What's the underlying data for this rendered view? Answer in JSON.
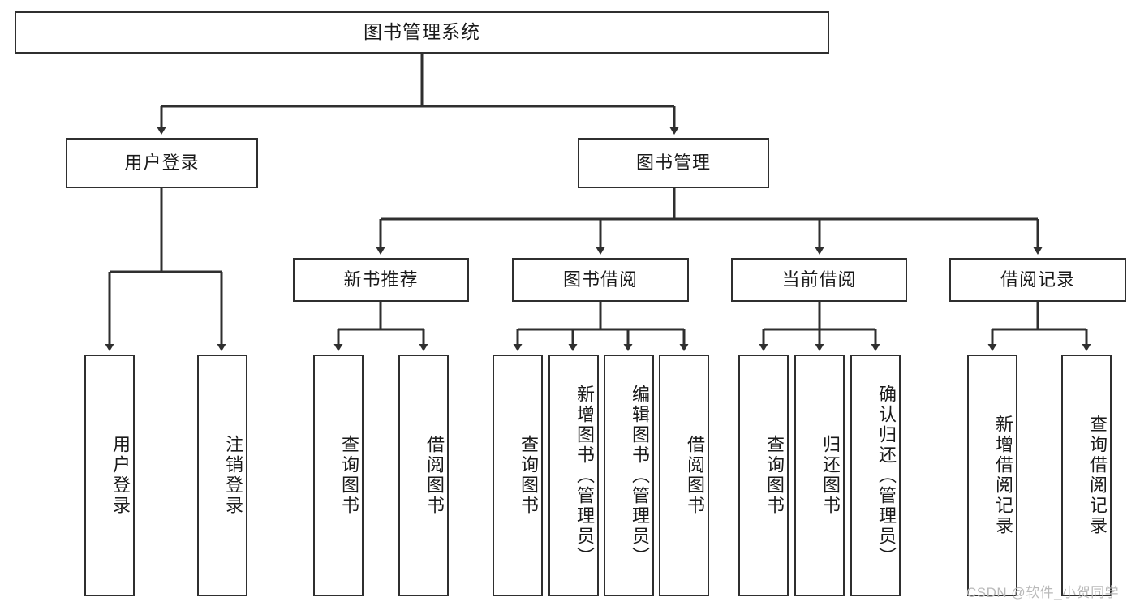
{
  "diagram": {
    "title": "图书管理系统",
    "type": "hierarchy-tree",
    "style": {
      "box_border_color": "#2f2f2f",
      "box_fill_color": "#ffffff",
      "edge_color": "#2f2f2f",
      "text_color": "#1a1a1a",
      "background": "#ffffff"
    },
    "nodes": {
      "root": {
        "label": "图书管理系统"
      },
      "level2": [
        {
          "id": "user-login",
          "label": "用户登录"
        },
        {
          "id": "book-mgmt",
          "label": "图书管理"
        }
      ],
      "level3": [
        {
          "id": "new-book-rec",
          "label": "新书推荐"
        },
        {
          "id": "book-borrow",
          "label": "图书借阅"
        },
        {
          "id": "current-borrow",
          "label": "当前借阅"
        },
        {
          "id": "borrow-record",
          "label": "借阅记录"
        }
      ],
      "leaves": {
        "user-login": [
          {
            "id": "leaf-user-login",
            "label": "用户登录"
          },
          {
            "id": "leaf-user-logout",
            "label": "注销登录"
          }
        ],
        "new-book-rec": [
          {
            "id": "leaf-query-book-1",
            "label": "查询图书"
          },
          {
            "id": "leaf-borrow-book-1",
            "label": "借阅图书"
          }
        ],
        "book-borrow": [
          {
            "id": "leaf-query-book-2",
            "label": "查询图书"
          },
          {
            "id": "leaf-add-book",
            "label": "新增图书（管理员）"
          },
          {
            "id": "leaf-edit-book",
            "label": "编辑图书（管理员）"
          },
          {
            "id": "leaf-borrow-book-2",
            "label": "借阅图书"
          }
        ],
        "current-borrow": [
          {
            "id": "leaf-query-book-3",
            "label": "查询图书"
          },
          {
            "id": "leaf-return-book",
            "label": "归还图书"
          },
          {
            "id": "leaf-confirm-return",
            "label": "确认归还（管理员）"
          }
        ],
        "borrow-record": [
          {
            "id": "leaf-add-record",
            "label": "新增借阅记录"
          },
          {
            "id": "leaf-query-record",
            "label": "查询借阅记录"
          }
        ]
      }
    },
    "watermark": "CSDN @软件_小贺同学"
  }
}
